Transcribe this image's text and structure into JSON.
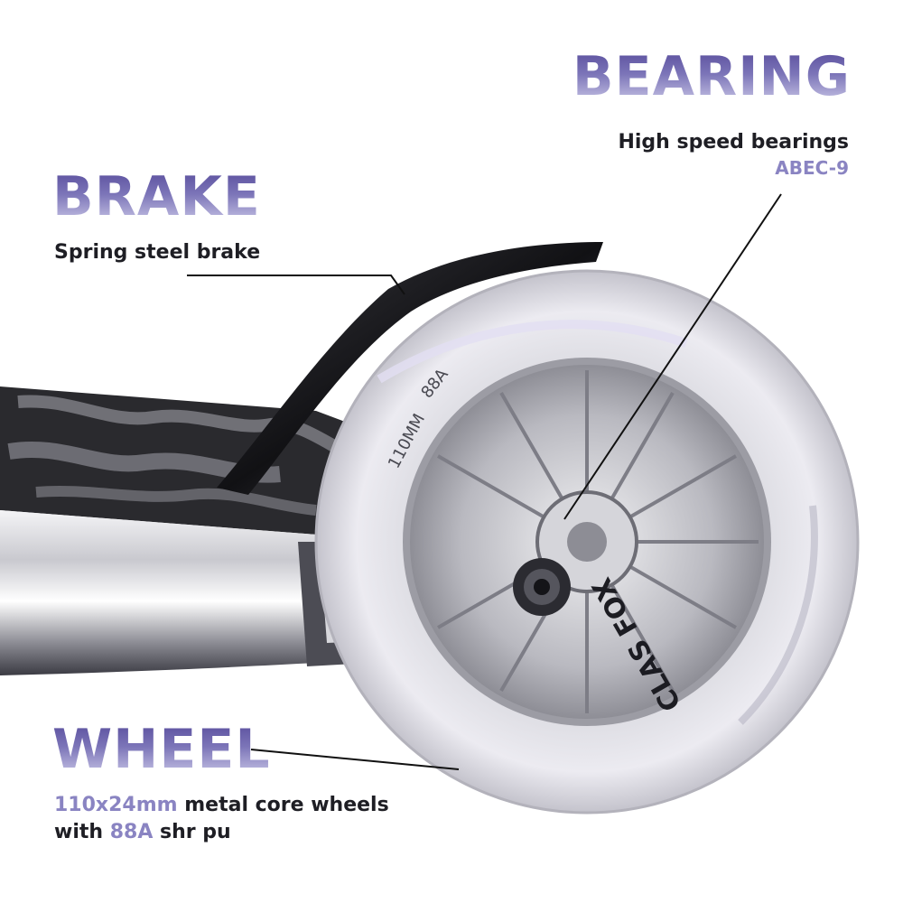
{
  "bearing": {
    "title": "BEARING",
    "line1": "High speed bearings",
    "line2": "ABEC-9"
  },
  "brake": {
    "title": "BRAKE",
    "text": "Spring steel brake"
  },
  "wheel": {
    "title": "WHEEL",
    "size": "110x24mm",
    "text1": " metal core wheels",
    "with": "with ",
    "hardness": "88A",
    "text2": " shr pu"
  },
  "wheel_markings": {
    "brand": "CLAS FOX",
    "size": "110MM",
    "hardness": "88A"
  },
  "colors": {
    "accent": "#8a84c2",
    "heading_dark": "#5a4f9e",
    "text": "#1e1e24"
  }
}
